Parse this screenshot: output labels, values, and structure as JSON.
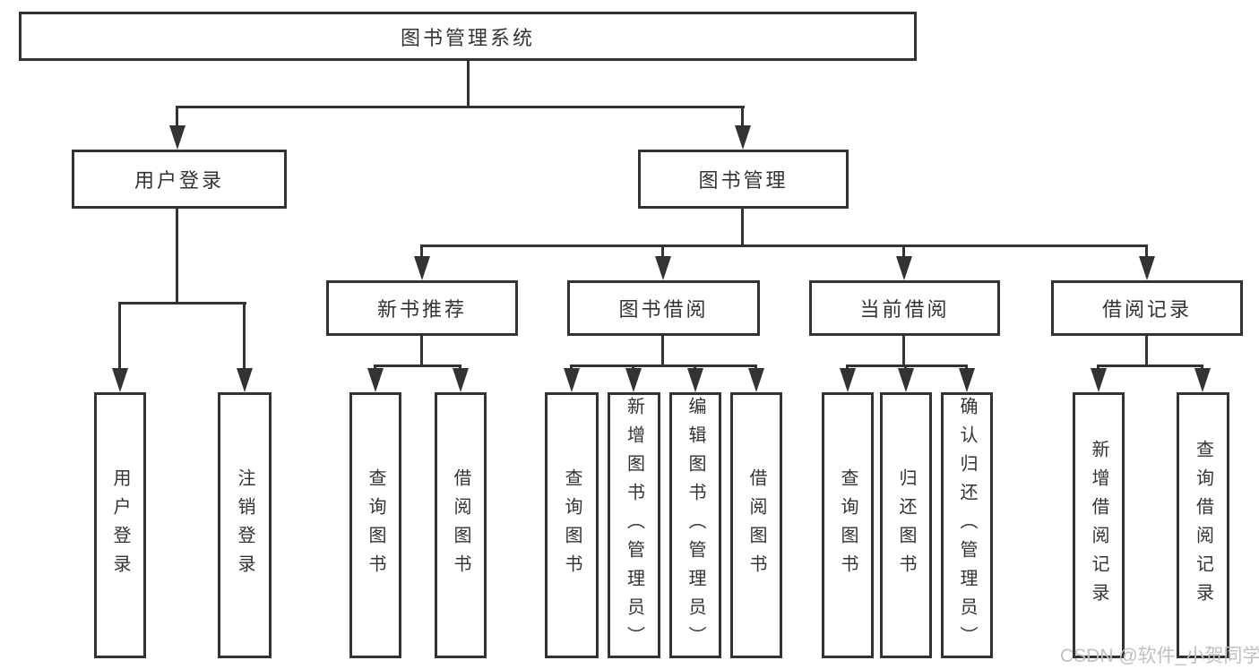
{
  "diagram_type": "hierarchy-tree",
  "tree": {
    "label": "图书管理系统",
    "children": [
      {
        "label": "用户登录",
        "children": [
          {
            "label": "用户登录"
          },
          {
            "label": "注销登录"
          }
        ]
      },
      {
        "label": "图书管理",
        "children": [
          {
            "label": "新书推荐",
            "children": [
              {
                "label": "查询图书"
              },
              {
                "label": "借阅图书"
              }
            ]
          },
          {
            "label": "图书借阅",
            "children": [
              {
                "label": "查询图书"
              },
              {
                "label": "新增图书（管理员）"
              },
              {
                "label": "编辑图书（管理员）"
              },
              {
                "label": "借阅图书"
              }
            ]
          },
          {
            "label": "当前借阅",
            "children": [
              {
                "label": "查询图书"
              },
              {
                "label": "归还图书"
              },
              {
                "label": "确认归还（管理员）"
              }
            ]
          },
          {
            "label": "借阅记录",
            "children": [
              {
                "label": "新增借阅记录"
              },
              {
                "label": "查询借阅记录"
              }
            ]
          }
        ]
      }
    ]
  },
  "watermark": {
    "text": "CSDN @软件_小贺同学"
  },
  "colors": {
    "line": "#333333",
    "text": "#333333",
    "background": "#ffffff",
    "watermark": "#c0c0c0"
  }
}
